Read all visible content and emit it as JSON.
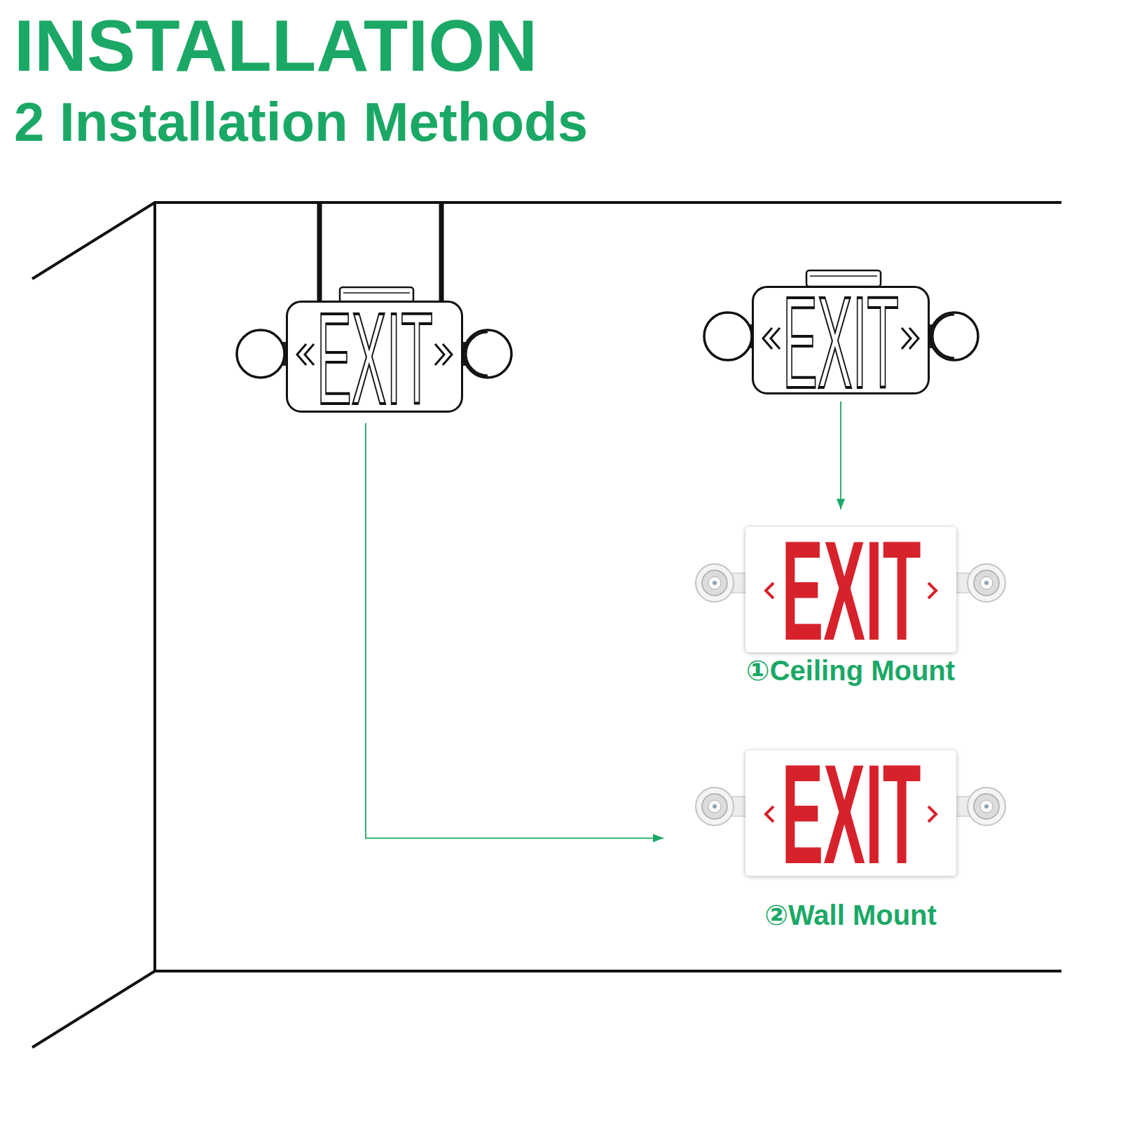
{
  "diagram": {
    "title": "INSTALLATION",
    "nodes": [
      {
        "text": [
          "EXIT"
        ]
      },
      {
        "text": [
          "EXIT"
        ]
      },
      {
        "text": [
          "EXIT",
          "①Ceiling Mount"
        ]
      },
      {
        "text": [
          "EXIT",
          "②Wall Mount"
        ]
      }
    ],
    "edges": [
      {
        "from": 1,
        "to": 2,
        "arrow": "to"
      },
      {
        "from": 0,
        "to": 3,
        "arrow": "to"
      }
    ],
    "labels": [
      "2 Installation Methods"
    ]
  }
}
